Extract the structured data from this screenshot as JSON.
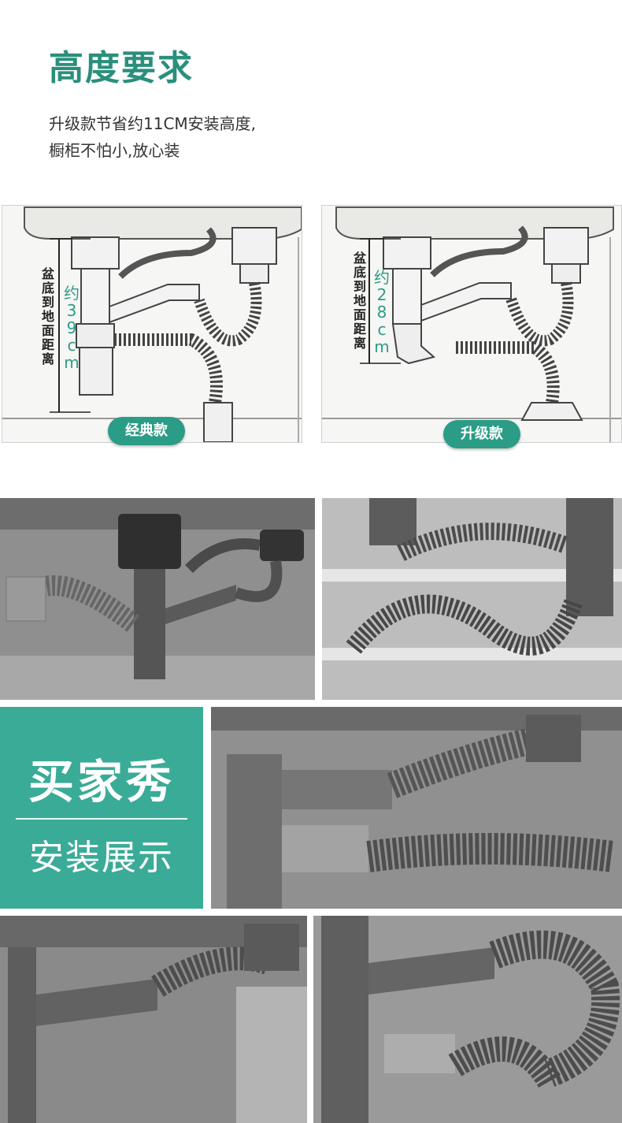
{
  "header": {
    "title": "高度要求",
    "subtitle_line1": "升级款节省约11CM安装高度,",
    "subtitle_line2": "橱柜不怕小,放心装"
  },
  "diagrams": {
    "classic": {
      "side_label": [
        "盆",
        "底",
        "到",
        "地",
        "面",
        "距",
        "离"
      ],
      "measure": [
        "约",
        "3",
        "9",
        "c",
        "m"
      ],
      "badge": "经典款"
    },
    "upgrade": {
      "side_label": [
        "盆",
        "底",
        "到",
        "地",
        "面",
        "距",
        "离"
      ],
      "measure": [
        "约",
        "2",
        "8",
        "c",
        "m"
      ],
      "badge": "升级款"
    }
  },
  "showcase": {
    "title": "买家秀",
    "subtitle": "安装展示"
  },
  "colors": {
    "accent": "#2a8f7c",
    "badge": "#2b9c86",
    "showcase_bg": "#3aab97"
  }
}
